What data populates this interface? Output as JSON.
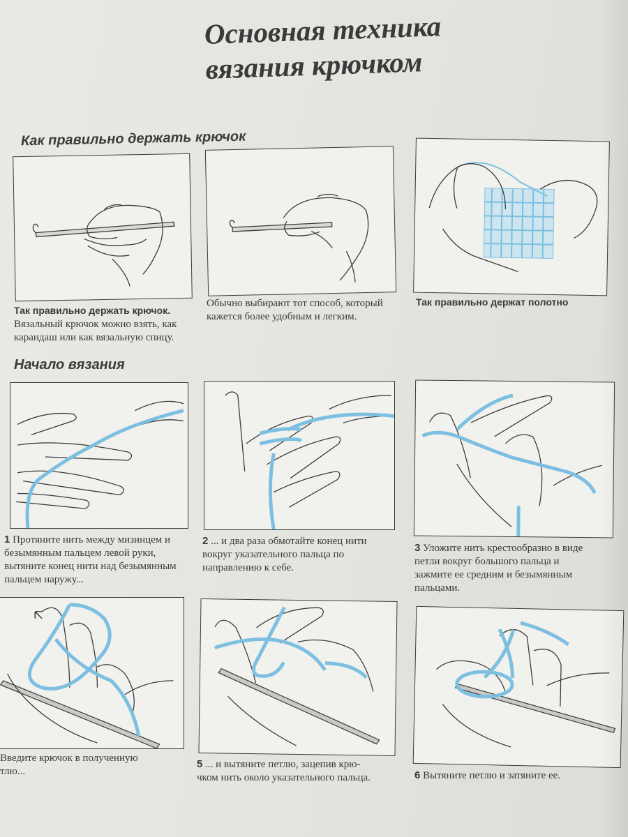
{
  "title": {
    "line1": "Основная техника",
    "line2": "вязания крючком"
  },
  "section1": {
    "heading": "Как правильно держать крючок",
    "panels": [
      {
        "caption_bold": "Так правильно держать крючок.",
        "caption_lines": [
          "Вязальный крючок можно взять, как",
          "карандаш или как вязальную спицу."
        ]
      },
      {
        "caption_bold": "",
        "caption_lines": [
          "Обычно выбирают тот способ, который",
          "кажется более удобным и легким."
        ]
      },
      {
        "caption_bold": "Так правильно держат полотно",
        "caption_lines": []
      }
    ]
  },
  "section2": {
    "heading": "Начало вязания",
    "steps": [
      {
        "num": "1",
        "lines": [
          "Протяните нить между мизинцем и",
          "безымянным пальцем левой руки,",
          "вытяните конец нити над безымянным",
          "пальцем наружу..."
        ]
      },
      {
        "num": "2",
        "lines": [
          "... и два раза обмотайте конец нити",
          "вокруг указательного пальца по",
          "направлению к себе."
        ]
      },
      {
        "num": "3",
        "lines": [
          "Уложите нить крестообразно в виде",
          "петли вокруг большого пальца и",
          "зажмите ее средним и безымянным",
          "пальцами."
        ]
      },
      {
        "num": "",
        "lines": [
          "Введите крючок в полученную",
          "тлю..."
        ]
      },
      {
        "num": "5",
        "lines": [
          "... и вытяните петлю, зацепив крю-",
          "чком нить около указательного пальца."
        ]
      },
      {
        "num": "6",
        "lines": [
          "Вытяните петлю и затяните ее."
        ]
      }
    ]
  },
  "colors": {
    "yarn": "#7cbfe0",
    "ink": "#3a3a3a",
    "paper": "#e6e7e1"
  },
  "illustrations": [
    "hand-holding-hook-like-knife",
    "hand-holding-hook-like-pencil",
    "hands-holding-fabric",
    "yarn-between-fingers",
    "yarn-wrapped-index-finger",
    "yarn-crossed-thumb",
    "hook-inserted-loop",
    "hook-pulls-loop",
    "loop-tightened"
  ]
}
